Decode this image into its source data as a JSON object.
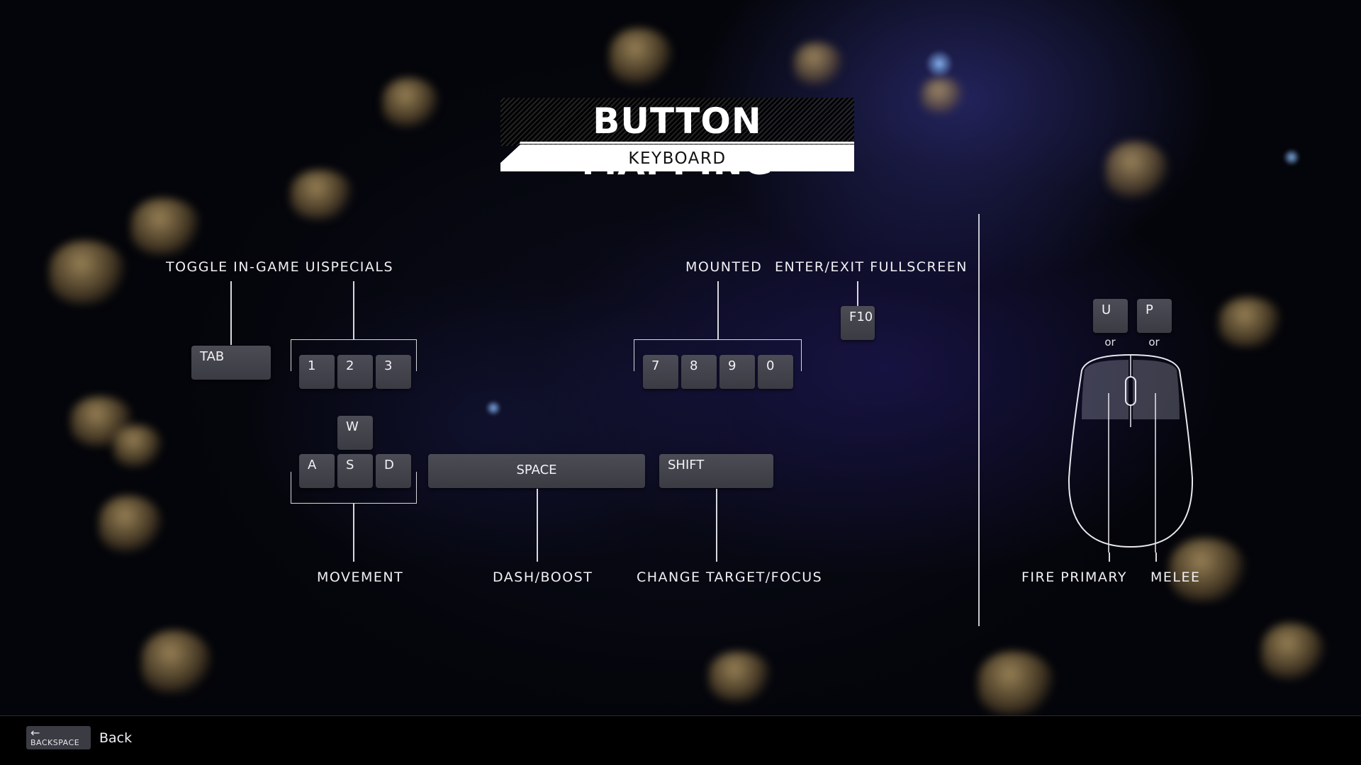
{
  "title": "BUTTON MAPPING",
  "subtitle": "KEYBOARD",
  "labels": {
    "toggle_ui": "TOGGLE IN-GAME UI",
    "specials": "SPECIALS",
    "mounted": "MOUNTED",
    "fullscreen": "ENTER/EXIT FULLSCREEN",
    "movement": "MOVEMENT",
    "dash": "DASH/BOOST",
    "change_target": "CHANGE TARGET/FOCUS",
    "fire_primary": "FIRE PRIMARY",
    "melee": "MELEE"
  },
  "keys": {
    "tab": "TAB",
    "specials": [
      "1",
      "2",
      "3"
    ],
    "mounted": [
      "7",
      "8",
      "9",
      "0"
    ],
    "fullscreen": "F10",
    "w": "W",
    "a": "A",
    "s": "S",
    "d": "D",
    "space": "SPACE",
    "shift": "SHIFT",
    "u": "U",
    "p": "P"
  },
  "or_text": "or",
  "footer": {
    "back_key": "BACKSPACE",
    "back_arrow": "←",
    "back_label": "Back"
  }
}
